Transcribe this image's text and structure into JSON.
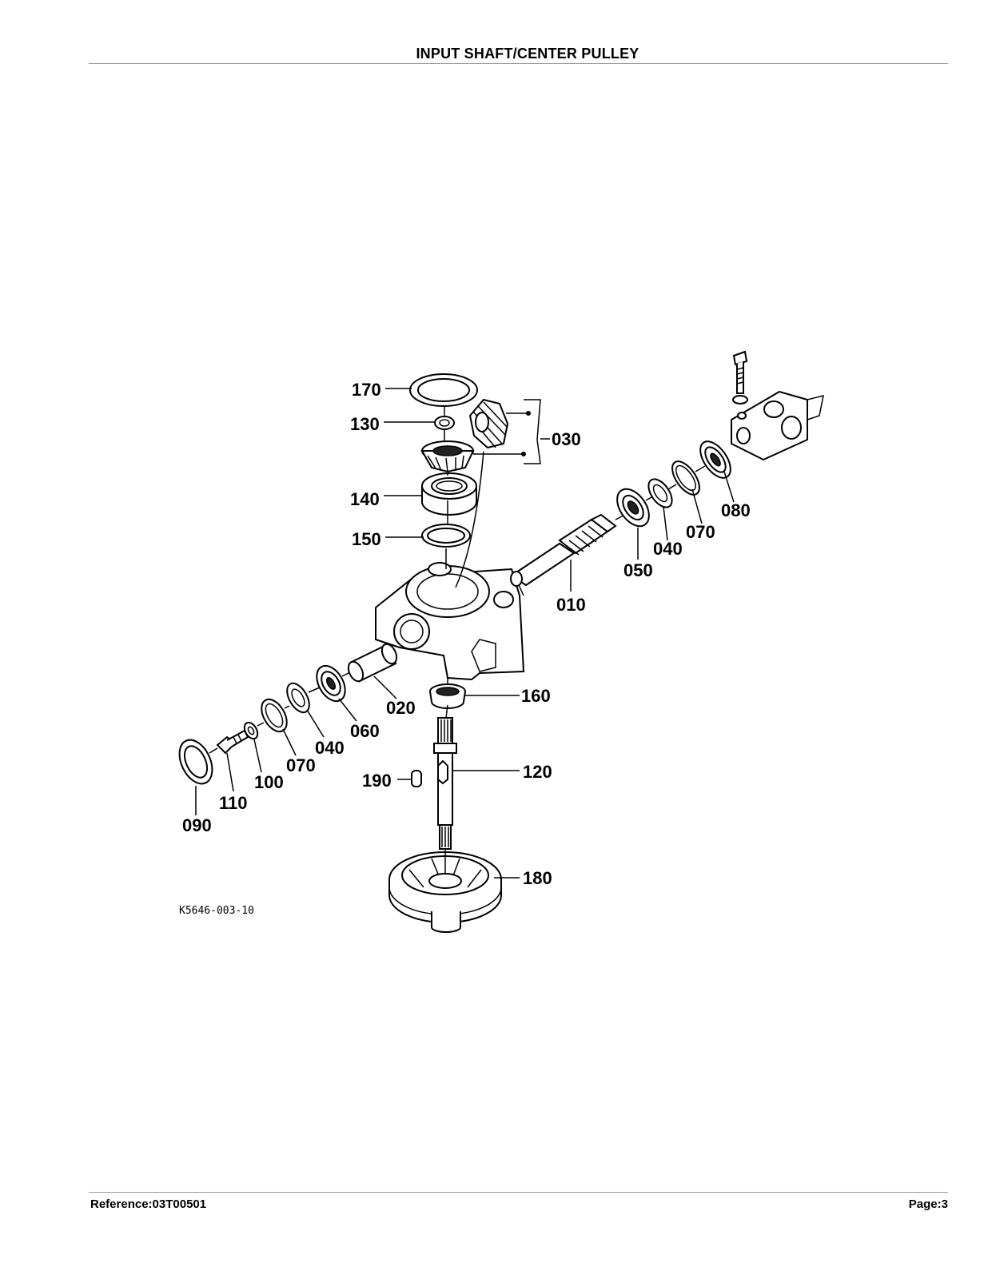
{
  "header": {
    "title": "INPUT SHAFT/CENTER PULLEY"
  },
  "footer": {
    "reference": "Reference:03T00501",
    "page": "Page:3"
  },
  "diagram": {
    "figure_code": "K5646-003-10",
    "callouts": {
      "p170": "170",
      "p130": "130",
      "p030": "030",
      "p140": "140",
      "p150": "150",
      "p080": "080",
      "p070a": "070",
      "p040a": "040",
      "p050": "050",
      "p010": "010",
      "p020": "020",
      "p060": "060",
      "p040b": "040",
      "p070b": "070",
      "p100": "100",
      "p110": "110",
      "p090": "090",
      "p160": "160",
      "p190": "190",
      "p120": "120",
      "p180": "180"
    }
  }
}
